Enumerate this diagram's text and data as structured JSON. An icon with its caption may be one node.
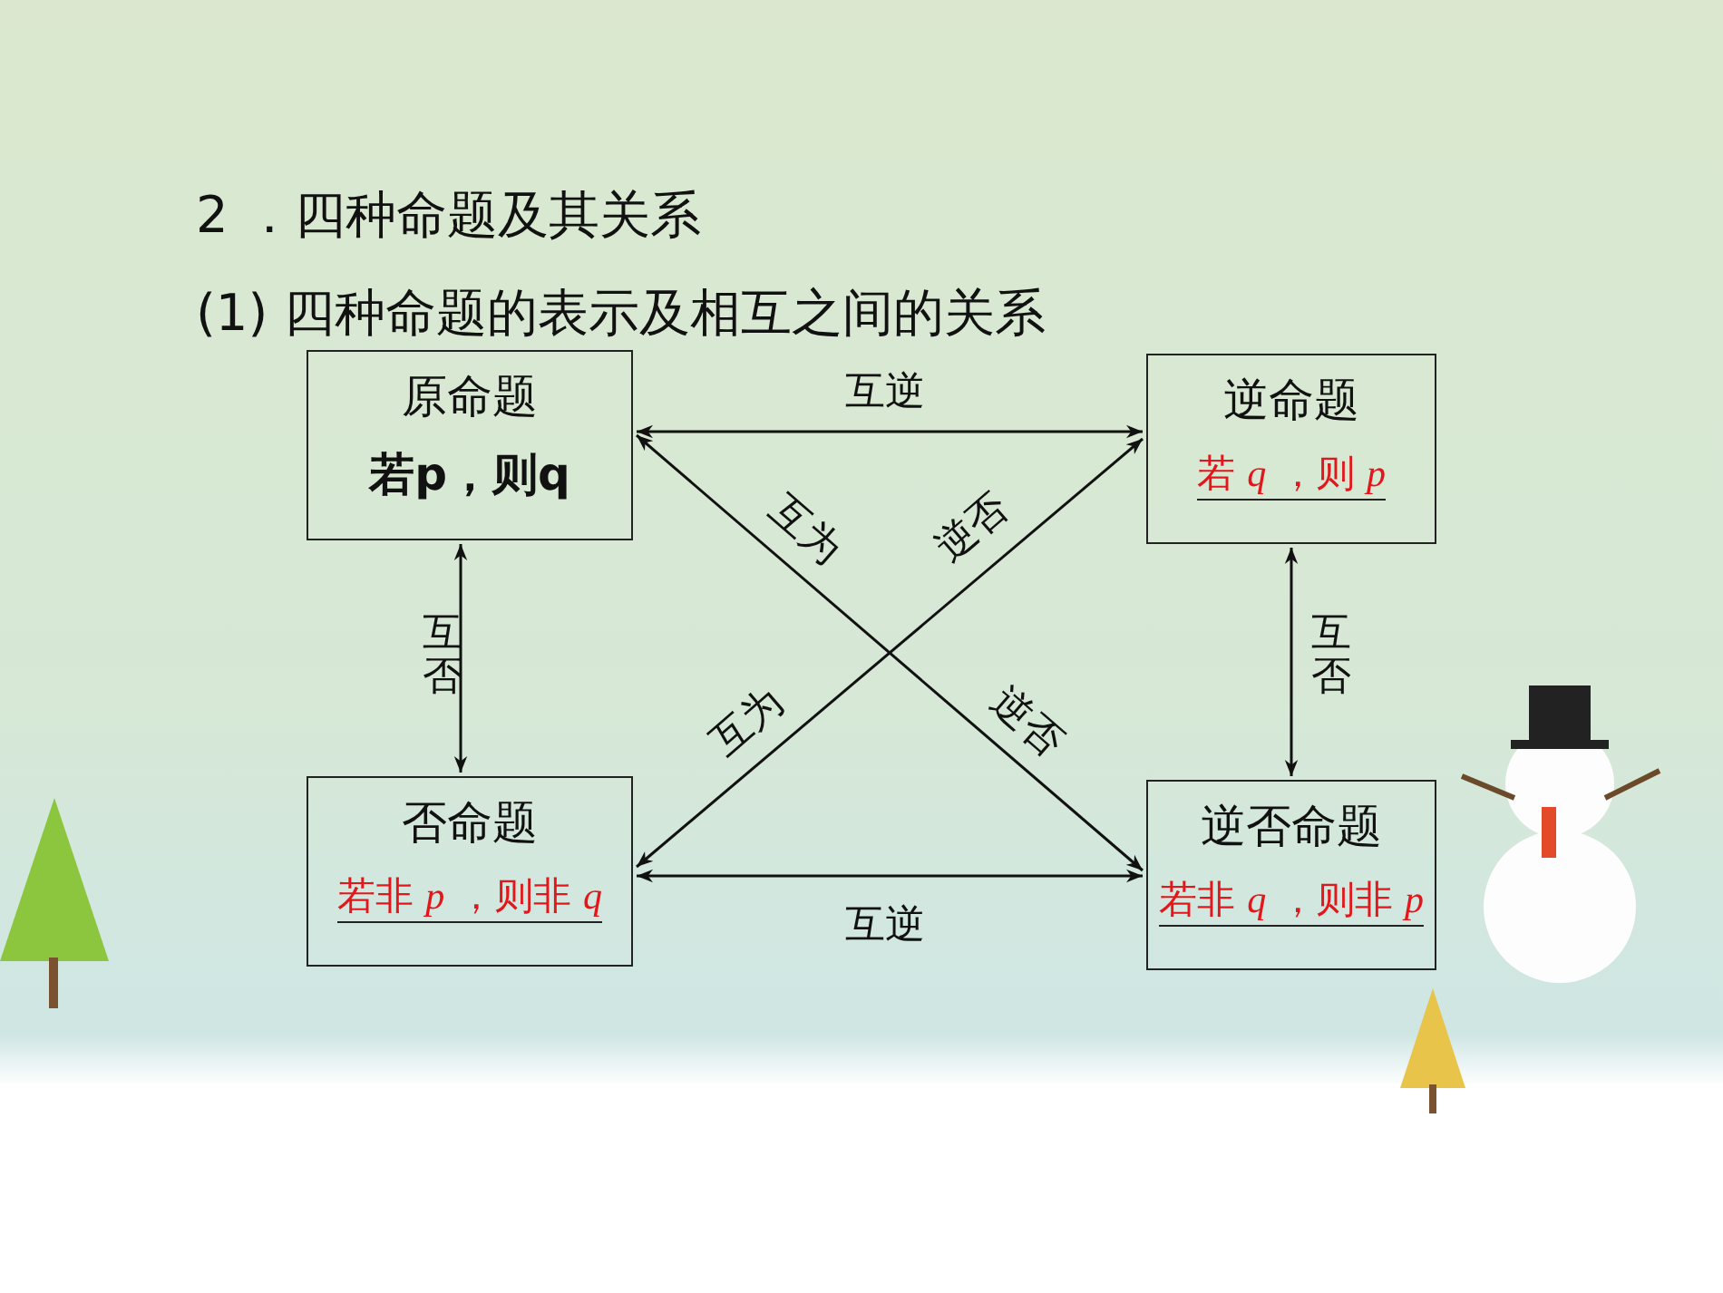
{
  "diagram": {
    "title": "2 ．四种命题及其关系",
    "nodes": [
      {
        "text": [
          "原命题",
          "若p，则q"
        ]
      },
      {
        "text": [
          "逆命题",
          "若 *q* ，则 *p*"
        ]
      },
      {
        "text": [
          "否命题",
          "若非 *p* ，则非 *q*"
        ]
      },
      {
        "text": [
          "逆否命题",
          "若非 *q* ，则非 *p*"
        ]
      }
    ],
    "edges": [
      {
        "from": 0,
        "to": 1,
        "arrow": "both",
        "label": "互逆"
      },
      {
        "from": 0,
        "to": 2,
        "arrow": "both",
        "label": "互否"
      },
      {
        "from": 1,
        "to": 3,
        "arrow": "both",
        "label": "互否"
      },
      {
        "from": 2,
        "to": 3,
        "arrow": "both",
        "label": "互逆"
      },
      {
        "from": 0,
        "to": 3,
        "arrow": "both",
        "label": "互为"
      },
      {
        "from": 2,
        "to": 1,
        "arrow": "both",
        "label": "互为"
      }
    ],
    "labels": [
      "(1) 四种命题的表示及相互之间的关系",
      "逆否",
      "逆否"
    ]
  }
}
